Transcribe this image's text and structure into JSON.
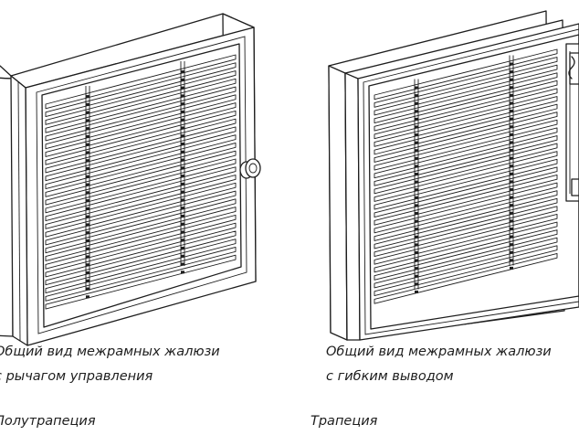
{
  "items": [
    {
      "caption_line1": "Общий вид межрамных жалюзи",
      "caption_line2": "с рычагом управления",
      "type_label": "Полутрапеция",
      "control": "lever-knob-icon"
    },
    {
      "caption_line1": "Общий вид межрамных жалюзи",
      "caption_line2": "с гибким выводом",
      "type_label": "Трапеция",
      "control": "flexible-outlet-icon"
    }
  ],
  "colors": {
    "line": "#1e1e1e",
    "background": "#ffffff"
  }
}
